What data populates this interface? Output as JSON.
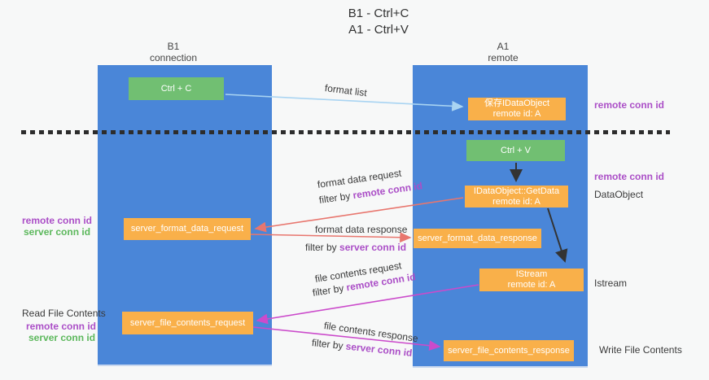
{
  "title": {
    "line1": "B1 - Ctrl+C",
    "line2": "A1 - Ctrl+V"
  },
  "columns": {
    "left": {
      "name": "B1",
      "role": "connection"
    },
    "right": {
      "name": "A1",
      "role": "remote"
    }
  },
  "nodes": {
    "ctrl_c": "Ctrl + C",
    "ctrl_v": "Ctrl + V",
    "save_dataobject": {
      "line1": "保存IDataObject",
      "line2": "remote id: A"
    },
    "getdata": {
      "line1": "IDataObject::GetData",
      "line2": "remote id: A"
    },
    "istream": {
      "line1": "IStream",
      "line2": "remote id: A"
    },
    "format_request": "server_format_data_request",
    "format_response": "server_format_data_response",
    "file_request": "server_file_contents_request",
    "file_response": "server_file_contents_response"
  },
  "edge_captions": {
    "format_list": "format list",
    "format_data_request": "format data request",
    "format_data_response": "format data response",
    "file_contents_request": "file contents request",
    "file_contents_response": "file contents response",
    "filter_by": "filter by ",
    "remote_conn_id": "remote conn id",
    "server_conn_id": "server conn id"
  },
  "side_labels": {
    "remote_conn_id": "remote conn id",
    "server_conn_id": "server conn id",
    "dataobject": "DataObject",
    "istream": "Istream",
    "read_file_contents": "Read File Contents",
    "write_file_contents": "Write File Contents"
  },
  "colors": {
    "lifeline_blue": "#4a86d8",
    "node_orange": "#f9b04a",
    "node_green": "#71bf72",
    "arrow_light_blue": "#a9d4f2",
    "arrow_black": "#333333",
    "arrow_salmon": "#e8766e",
    "arrow_magenta": "#cb4bcb",
    "text_purple": "#ab4fc7",
    "text_green": "#5cb85c",
    "background": "#f7f8f8"
  }
}
